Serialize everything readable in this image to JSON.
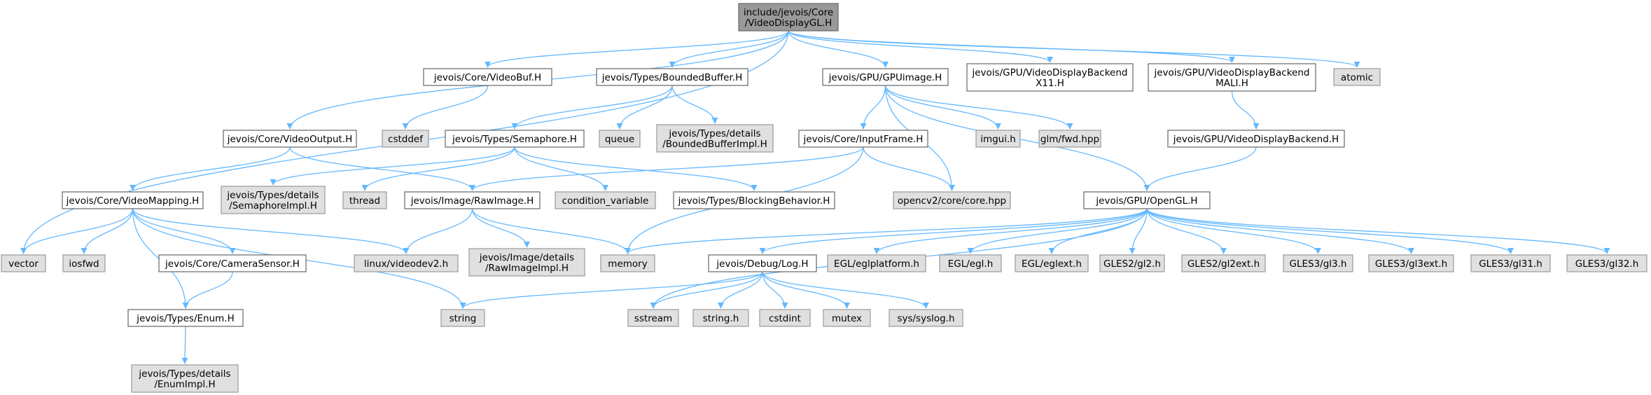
{
  "colors": {
    "edge": "#63b8ff",
    "main_fill": "#999999",
    "file_fill": "#ffffff",
    "system_fill": "#e0e0e0",
    "border": "#666666"
  },
  "nodes": [
    {
      "id": "videodisplaygl",
      "kind": "main",
      "lines": [
        "include/jevois/Core",
        "/VideoDisplayGL.H"
      ]
    },
    {
      "id": "videobuf",
      "kind": "file",
      "lines": [
        "jevois/Core/VideoBuf.H"
      ]
    },
    {
      "id": "boundedbuffer",
      "kind": "file",
      "lines": [
        "jevois/Types/BoundedBuffer.H"
      ]
    },
    {
      "id": "gpuimage",
      "kind": "file",
      "lines": [
        "jevois/GPU/GPUimage.H"
      ]
    },
    {
      "id": "backendx11",
      "kind": "file",
      "lines": [
        "jevois/GPU/VideoDisplayBackend",
        "X11.H"
      ]
    },
    {
      "id": "backendmali",
      "kind": "file",
      "lines": [
        "jevois/GPU/VideoDisplayBackend",
        "MALI.H"
      ]
    },
    {
      "id": "atomic",
      "kind": "system",
      "lines": [
        "atomic"
      ]
    },
    {
      "id": "cstddef",
      "kind": "system",
      "lines": [
        "cstddef"
      ]
    },
    {
      "id": "semaphore",
      "kind": "file",
      "lines": [
        "jevois/Types/Semaphore.H"
      ]
    },
    {
      "id": "queue",
      "kind": "system",
      "lines": [
        "queue"
      ]
    },
    {
      "id": "boundedbufferimpl",
      "kind": "system",
      "lines": [
        "jevois/Types/details",
        "/BoundedBufferImpl.H"
      ]
    },
    {
      "id": "inputframe",
      "kind": "file",
      "lines": [
        "jevois/Core/InputFrame.H"
      ]
    },
    {
      "id": "imgui",
      "kind": "system",
      "lines": [
        "imgui.h"
      ]
    },
    {
      "id": "glmfwd",
      "kind": "system",
      "lines": [
        "glm/fwd.hpp"
      ]
    },
    {
      "id": "backendh",
      "kind": "file",
      "lines": [
        "jevois/GPU/VideoDisplayBackend.H"
      ]
    },
    {
      "id": "videooutput",
      "kind": "file",
      "lines": [
        "jevois/Core/VideoOutput.H"
      ]
    },
    {
      "id": "videomapping",
      "kind": "file",
      "lines": [
        "jevois/Core/VideoMapping.H"
      ]
    },
    {
      "id": "semaphoreimpl",
      "kind": "system",
      "lines": [
        "jevois/Types/details",
        "/SemaphoreImpl.H"
      ]
    },
    {
      "id": "thread",
      "kind": "system",
      "lines": [
        "thread"
      ]
    },
    {
      "id": "rawimage",
      "kind": "file",
      "lines": [
        "jevois/Image/RawImage.H"
      ]
    },
    {
      "id": "condvar",
      "kind": "system",
      "lines": [
        "condition_variable"
      ]
    },
    {
      "id": "blocking",
      "kind": "file",
      "lines": [
        "jevois/Types/BlockingBehavior.H"
      ]
    },
    {
      "id": "opencvcore",
      "kind": "system",
      "lines": [
        "opencv2/core/core.hpp"
      ]
    },
    {
      "id": "opengl",
      "kind": "file",
      "lines": [
        "jevois/GPU/OpenGL.H"
      ]
    },
    {
      "id": "vector",
      "kind": "system",
      "lines": [
        "vector"
      ]
    },
    {
      "id": "iosfwd",
      "kind": "system",
      "lines": [
        "iosfwd"
      ]
    },
    {
      "id": "camerasensor",
      "kind": "file",
      "lines": [
        "jevois/Core/CameraSensor.H"
      ]
    },
    {
      "id": "videodev2",
      "kind": "system",
      "lines": [
        "linux/videodev2.h"
      ]
    },
    {
      "id": "rawimageimpl",
      "kind": "system",
      "lines": [
        "jevois/Image/details",
        "/RawImageImpl.H"
      ]
    },
    {
      "id": "memory",
      "kind": "system",
      "lines": [
        "memory"
      ]
    },
    {
      "id": "log",
      "kind": "file",
      "lines": [
        "jevois/Debug/Log.H"
      ]
    },
    {
      "id": "eglplatform",
      "kind": "system",
      "lines": [
        "EGL/eglplatform.h"
      ]
    },
    {
      "id": "egl",
      "kind": "system",
      "lines": [
        "EGL/egl.h"
      ]
    },
    {
      "id": "eglext",
      "kind": "system",
      "lines": [
        "EGL/eglext.h"
      ]
    },
    {
      "id": "gles2",
      "kind": "system",
      "lines": [
        "GLES2/gl2.h"
      ]
    },
    {
      "id": "gles2ext",
      "kind": "system",
      "lines": [
        "GLES2/gl2ext.h"
      ]
    },
    {
      "id": "gles3",
      "kind": "system",
      "lines": [
        "GLES3/gl3.h"
      ]
    },
    {
      "id": "gles3ext",
      "kind": "system",
      "lines": [
        "GLES3/gl3ext.h"
      ]
    },
    {
      "id": "gles31",
      "kind": "system",
      "lines": [
        "GLES3/gl31.h"
      ]
    },
    {
      "id": "gles32",
      "kind": "system",
      "lines": [
        "GLES3/gl32.h"
      ]
    },
    {
      "id": "enum",
      "kind": "file",
      "lines": [
        "jevois/Types/Enum.H"
      ]
    },
    {
      "id": "string",
      "kind": "system",
      "lines": [
        "string"
      ]
    },
    {
      "id": "sstream",
      "kind": "system",
      "lines": [
        "sstream"
      ]
    },
    {
      "id": "stringh",
      "kind": "system",
      "lines": [
        "string.h"
      ]
    },
    {
      "id": "cstdint",
      "kind": "system",
      "lines": [
        "cstdint"
      ]
    },
    {
      "id": "mutex",
      "kind": "system",
      "lines": [
        "mutex"
      ]
    },
    {
      "id": "syslog",
      "kind": "system",
      "lines": [
        "sys/syslog.h"
      ]
    },
    {
      "id": "enumimpl",
      "kind": "system",
      "lines": [
        "jevois/Types/details",
        "/EnumImpl.H"
      ]
    }
  ],
  "edges": [
    [
      "videodisplaygl",
      "videobuf"
    ],
    [
      "videodisplaygl",
      "boundedbuffer"
    ],
    [
      "videodisplaygl",
      "gpuimage"
    ],
    [
      "videodisplaygl",
      "backendx11"
    ],
    [
      "videodisplaygl",
      "backendmali"
    ],
    [
      "videodisplaygl",
      "atomic"
    ],
    [
      "videodisplaygl",
      "videooutput"
    ],
    [
      "videodisplaygl",
      "vector"
    ],
    [
      "videobuf",
      "cstddef"
    ],
    [
      "boundedbuffer",
      "semaphore"
    ],
    [
      "boundedbuffer",
      "queue"
    ],
    [
      "boundedbuffer",
      "boundedbufferimpl"
    ],
    [
      "gpuimage",
      "inputframe"
    ],
    [
      "gpuimage",
      "imgui"
    ],
    [
      "gpuimage",
      "glmfwd"
    ],
    [
      "gpuimage",
      "opencvcore"
    ],
    [
      "gpuimage",
      "opengl"
    ],
    [
      "backendmali",
      "backendh"
    ],
    [
      "backendh",
      "opengl"
    ],
    [
      "semaphore",
      "semaphoreimpl"
    ],
    [
      "semaphore",
      "thread"
    ],
    [
      "semaphore",
      "condvar"
    ],
    [
      "semaphore",
      "blocking"
    ],
    [
      "inputframe",
      "rawimage"
    ],
    [
      "inputframe",
      "opencvcore"
    ],
    [
      "inputframe",
      "memory"
    ],
    [
      "videooutput",
      "videomapping"
    ],
    [
      "videooutput",
      "rawimage"
    ],
    [
      "videomapping",
      "vector"
    ],
    [
      "videomapping",
      "iosfwd"
    ],
    [
      "videomapping",
      "camerasensor"
    ],
    [
      "videomapping",
      "videodev2"
    ],
    [
      "videomapping",
      "enum"
    ],
    [
      "videomapping",
      "string"
    ],
    [
      "rawimage",
      "videodev2"
    ],
    [
      "rawimage",
      "rawimageimpl"
    ],
    [
      "rawimage",
      "memory"
    ],
    [
      "camerasensor",
      "enum"
    ],
    [
      "enum",
      "enumimpl"
    ],
    [
      "opengl",
      "memory"
    ],
    [
      "opengl",
      "sstream"
    ],
    [
      "opengl",
      "log"
    ],
    [
      "opengl",
      "eglplatform"
    ],
    [
      "opengl",
      "egl"
    ],
    [
      "opengl",
      "eglext"
    ],
    [
      "opengl",
      "gles2"
    ],
    [
      "opengl",
      "gles2ext"
    ],
    [
      "opengl",
      "gles3"
    ],
    [
      "opengl",
      "gles3ext"
    ],
    [
      "opengl",
      "gles31"
    ],
    [
      "opengl",
      "gles32"
    ],
    [
      "log",
      "string"
    ],
    [
      "log",
      "sstream"
    ],
    [
      "log",
      "stringh"
    ],
    [
      "log",
      "cstdint"
    ],
    [
      "log",
      "mutex"
    ],
    [
      "log",
      "syslog"
    ]
  ]
}
